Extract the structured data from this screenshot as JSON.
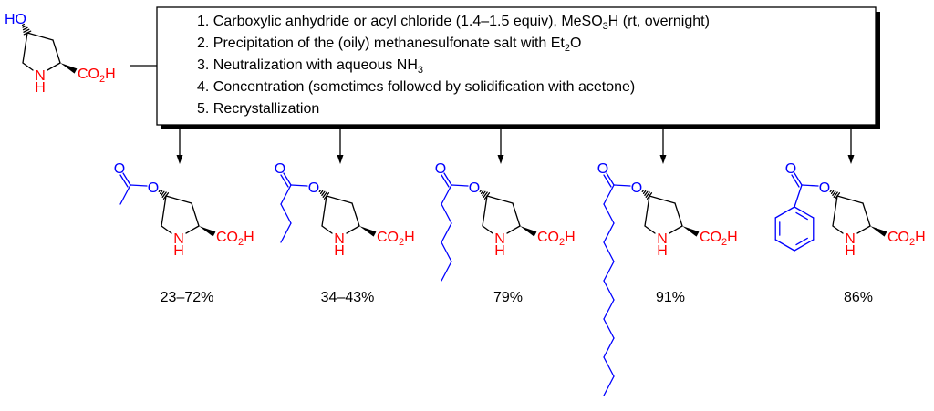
{
  "colors": {
    "bond": "#000000",
    "ester": "#0000ff",
    "acid": "#ff0000"
  },
  "labels": {
    "ho": "HO",
    "n": "N",
    "h": "H",
    "o": "O",
    "co": "CO",
    "sub2": "2",
    "h_end": "H"
  },
  "conditions": {
    "steps": [
      {
        "parts": [
          {
            "t": "1. Carboxylic anhydride or acyl chloride (1.4–1.5 equiv), MeSO"
          },
          {
            "t": "3",
            "sub": true
          },
          {
            "t": "H (rt, overnight)"
          }
        ]
      },
      {
        "parts": [
          {
            "t": "2. Precipitation of the (oily) methanesulfonate salt with Et"
          },
          {
            "t": "2",
            "sub": true
          },
          {
            "t": "O"
          }
        ]
      },
      {
        "parts": [
          {
            "t": "3. Neutralization with aqueous NH"
          },
          {
            "t": "3",
            "sub": true
          }
        ]
      },
      {
        "parts": [
          {
            "t": "4. Concentration (sometimes followed by solidification with acetone)"
          }
        ]
      },
      {
        "parts": [
          {
            "t": "5. Recrystallization"
          }
        ]
      }
    ]
  },
  "products": [
    {
      "acyl": "acetyl",
      "chain_length": 1,
      "yield": "23–72%"
    },
    {
      "acyl": "butyryl",
      "chain_length": 3,
      "yield": "34–43%"
    },
    {
      "acyl": "hexanoyl",
      "chain_length": 5,
      "yield": "79%"
    },
    {
      "acyl": "lauroyl",
      "chain_length": 11,
      "yield": "91%"
    },
    {
      "acyl": "benzoyl",
      "chain_length": 0,
      "yield": "86%"
    }
  ]
}
